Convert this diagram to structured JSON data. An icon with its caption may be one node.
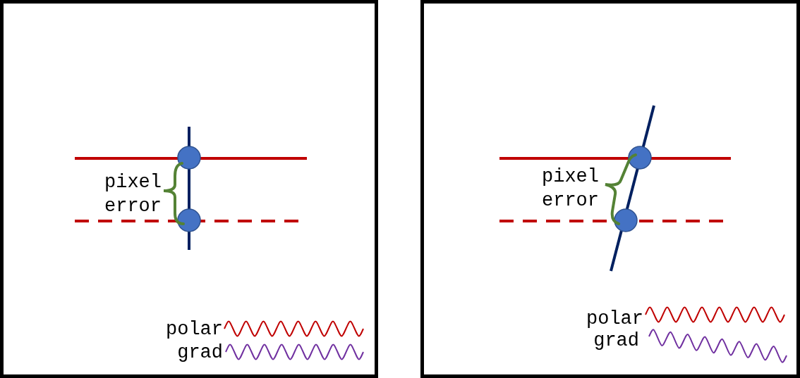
{
  "diagram": {
    "labels": [
      "pixel error",
      "pixel error"
    ],
    "legend": [
      {
        "text": "polar"
      },
      {
        "text": "grad"
      },
      {
        "text": "polar"
      },
      {
        "text": "grad"
      }
    ]
  }
}
